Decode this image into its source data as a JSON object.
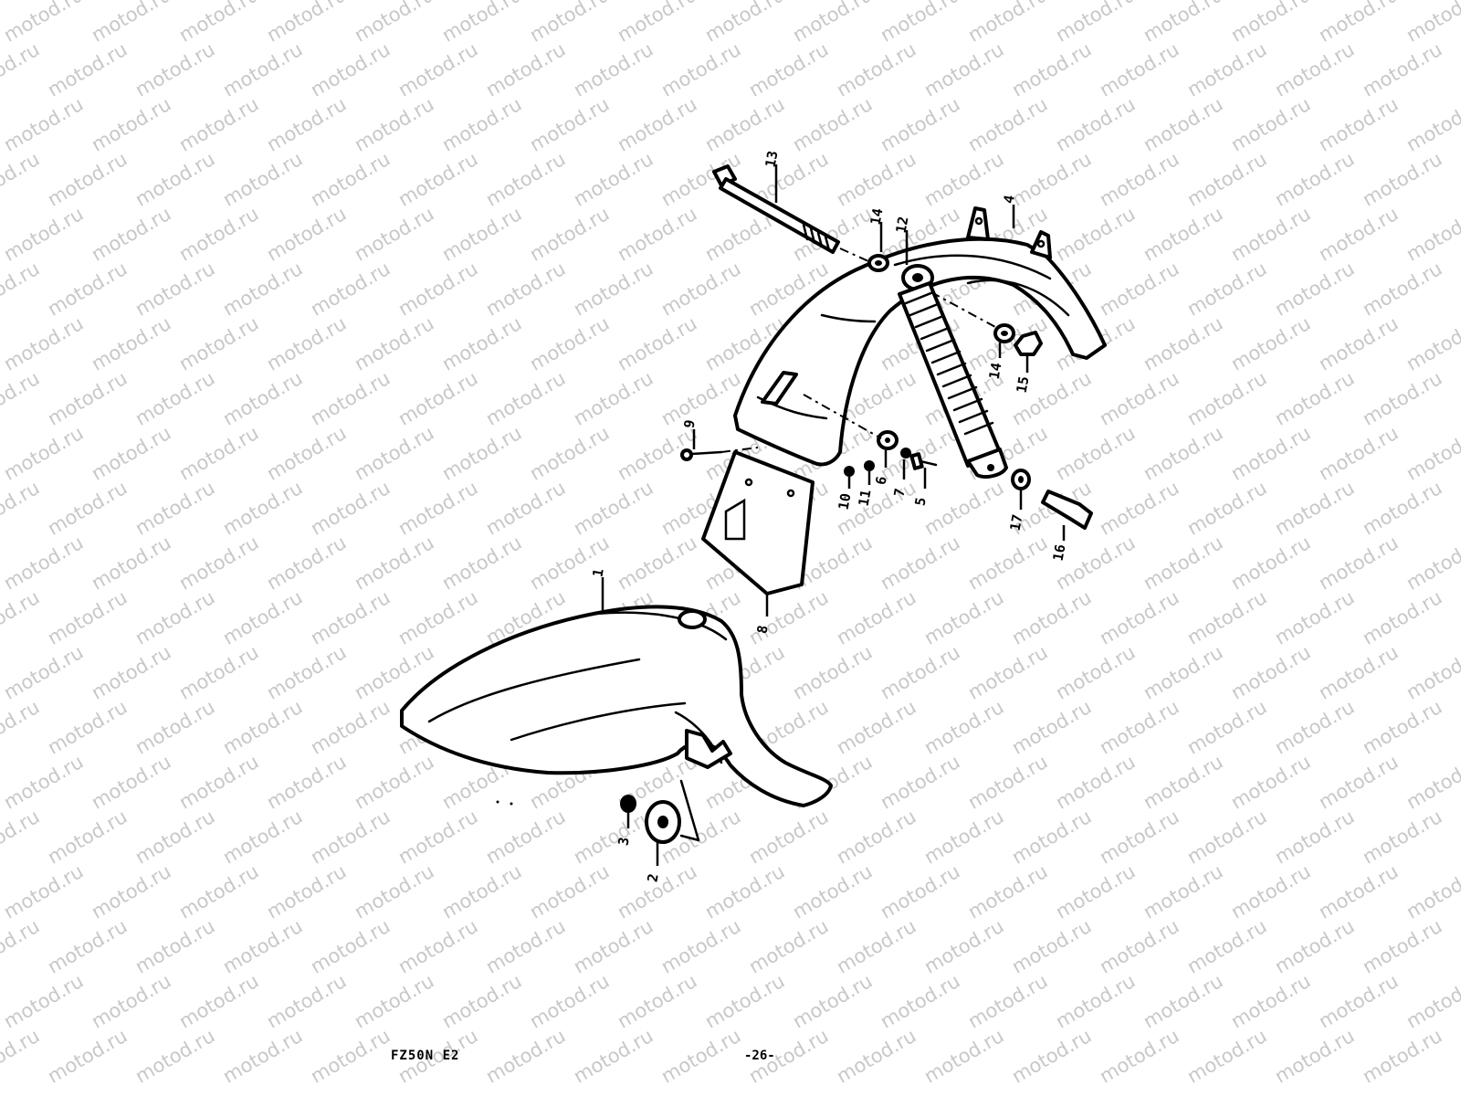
{
  "watermark": {
    "text": "motod.ru"
  },
  "callouts": [
    {
      "id": "13",
      "label": "13"
    },
    {
      "id": "14a",
      "label": "14"
    },
    {
      "id": "12",
      "label": "12"
    },
    {
      "id": "4",
      "label": "4"
    },
    {
      "id": "14b",
      "label": "14"
    },
    {
      "id": "15",
      "label": "15"
    },
    {
      "id": "9",
      "label": "9"
    },
    {
      "id": "6",
      "label": "6"
    },
    {
      "id": "7",
      "label": "7"
    },
    {
      "id": "5",
      "label": "5"
    },
    {
      "id": "10",
      "label": "10"
    },
    {
      "id": "11",
      "label": "11"
    },
    {
      "id": "17",
      "label": "17"
    },
    {
      "id": "16",
      "label": "16"
    },
    {
      "id": "8",
      "label": "8"
    },
    {
      "id": "1",
      "label": "1"
    },
    {
      "id": "3",
      "label": "3"
    },
    {
      "id": "2",
      "label": "2"
    }
  ],
  "footer": {
    "model": "FZ50N E2",
    "page": "-26-"
  }
}
